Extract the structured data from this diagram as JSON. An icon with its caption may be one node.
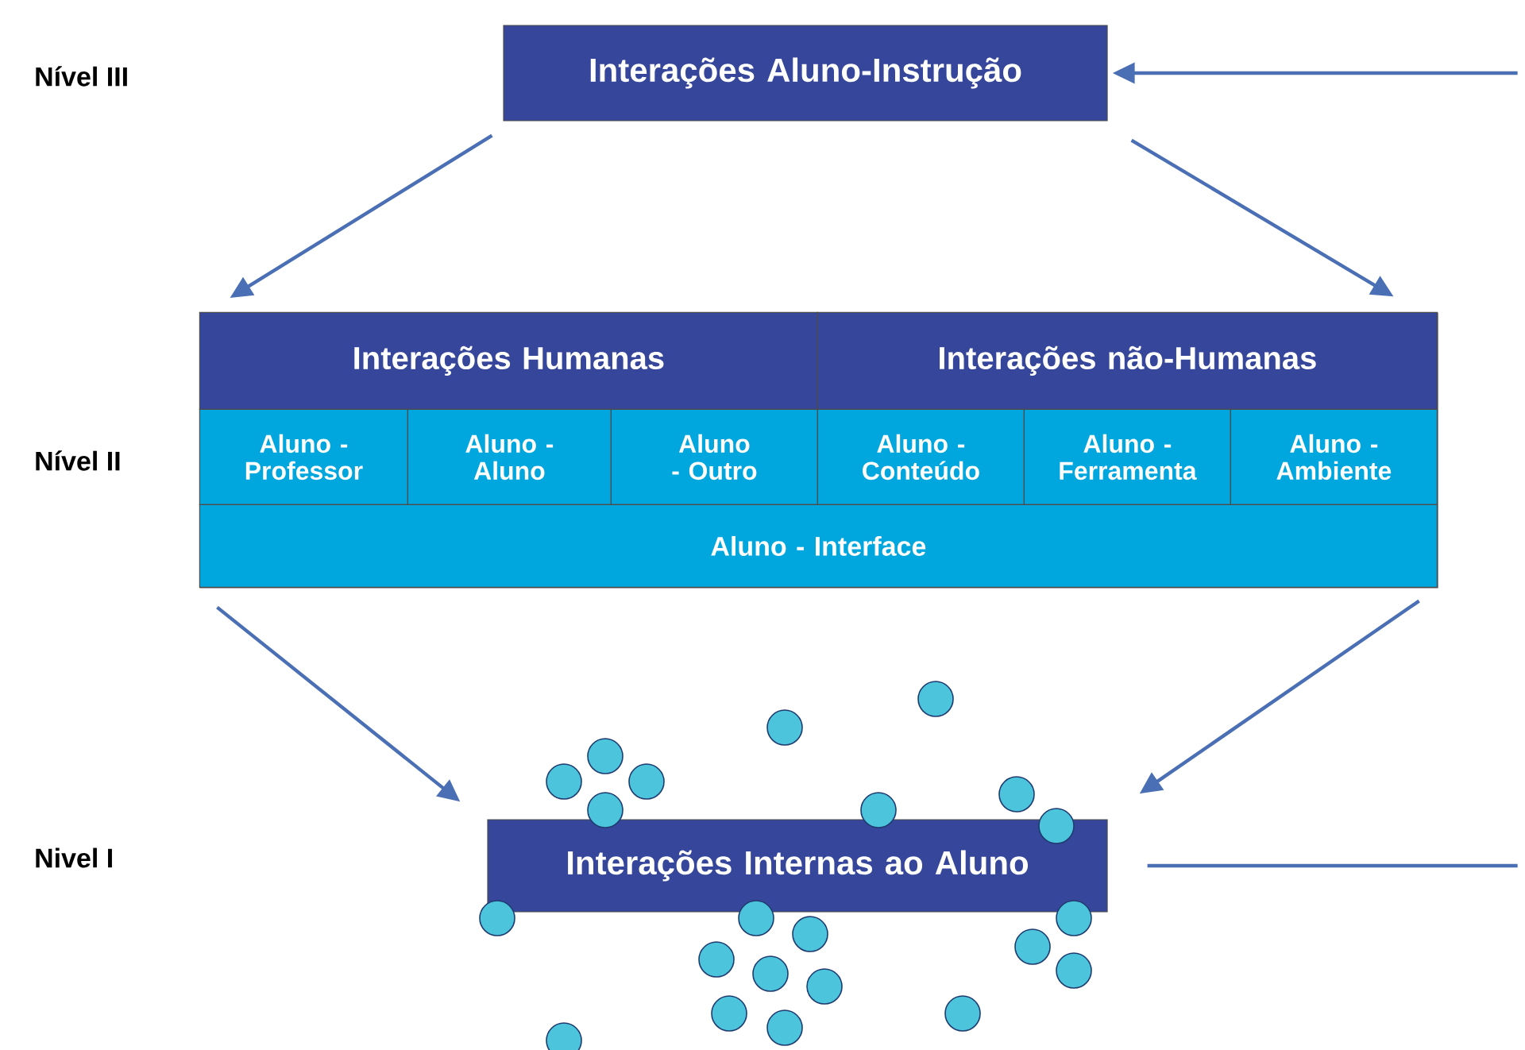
{
  "diagram": {
    "nodes": [
      {
        "text": [
          "Interações Aluno-Instrução"
        ]
      },
      {
        "text": [],
        "shape": "box"
      },
      {
        "text": [
          "Interações Humanas"
        ],
        "in": 1
      },
      {
        "text": [
          "Interações não-Humanas"
        ],
        "in": 1
      },
      {
        "text": [
          "Aluno - Professor"
        ],
        "in": 1
      },
      {
        "text": [
          "Aluno - Aluno"
        ],
        "in": 1
      },
      {
        "text": [
          "Aluno - Outro"
        ],
        "in": 1
      },
      {
        "text": [
          "Aluno - Conteúdo"
        ],
        "in": 1
      },
      {
        "text": [
          "Aluno - Ferramenta"
        ],
        "in": 1
      },
      {
        "text": [
          "Aluno - Ambiente"
        ],
        "in": 1
      },
      {
        "text": [
          "Aluno - Interface"
        ],
        "in": 1
      },
      {
        "text": [
          "Interações Internas ao Aluno"
        ]
      }
    ],
    "edges": [
      {
        "from": 0,
        "to": 1,
        "arrow": "to"
      },
      {
        "from": 0,
        "to": 1,
        "arrow": "to"
      },
      {
        "from": 1,
        "to": 11,
        "arrow": "to"
      },
      {
        "from": 1,
        "to": 11,
        "arrow": "to"
      },
      {
        "from": null,
        "to": 0,
        "arrow": "to"
      },
      {
        "from": 11,
        "to": null,
        "arrow": "none"
      }
    ],
    "labels": [
      "Nível III",
      "Nível II",
      "Nivel I"
    ]
  }
}
